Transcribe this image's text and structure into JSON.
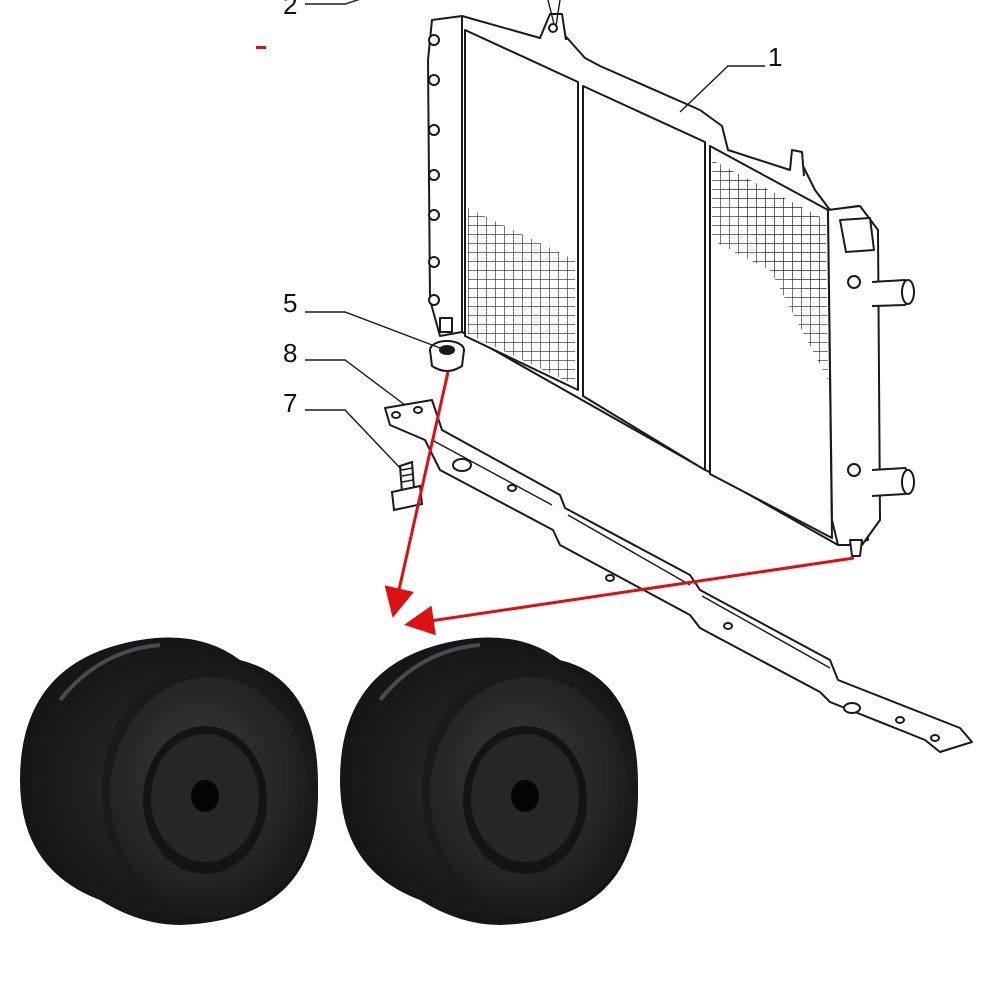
{
  "callouts": {
    "c1": "1",
    "c2": "2",
    "c5": "5",
    "c7": "7",
    "c8": "8"
  },
  "colors": {
    "arrow": "#dd1111",
    "line": "#1a1a1a",
    "rubber_dark": "#1c1c1e",
    "rubber_mid": "#2b2b2e",
    "rubber_light": "#45454a"
  }
}
